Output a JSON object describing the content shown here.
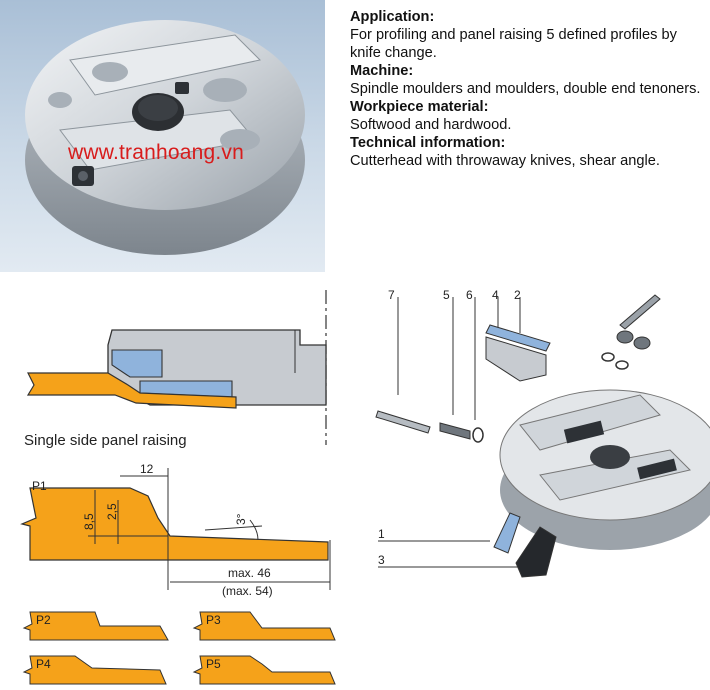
{
  "photo": {
    "watermark": "www.tranhoang.vn"
  },
  "spec": [
    {
      "heading": "Application:",
      "text": "For profiling and panel raising 5 defined profiles by knife change."
    },
    {
      "heading": "Machine:",
      "text": "Spindle moulders and moulders, double end tenoners."
    },
    {
      "heading": "Workpiece material:",
      "text": "Softwood and hardwood."
    },
    {
      "heading": "Technical information:",
      "text": "Cutterhead with throwaway knives, shear angle."
    }
  ],
  "diagram": {
    "caption": "Single side panel raising",
    "profile_label": "P1",
    "dim_width": "12",
    "dim_height_1": "8,5",
    "dim_height_2": "2,5",
    "dim_angle": "3°",
    "dim_max_1": "max. 46",
    "dim_max_2": "(max. 54)",
    "profiles": [
      "P2",
      "P3",
      "P4",
      "P5"
    ]
  },
  "exploded": {
    "top_labels": [
      "7",
      "5",
      "6",
      "4",
      "2"
    ],
    "side_labels": [
      "1",
      "3"
    ]
  },
  "colors": {
    "wood": "#f5a21a",
    "steel": "#c9ced4",
    "blade": "#8fb3dc",
    "watermark": "#d81c1c"
  }
}
